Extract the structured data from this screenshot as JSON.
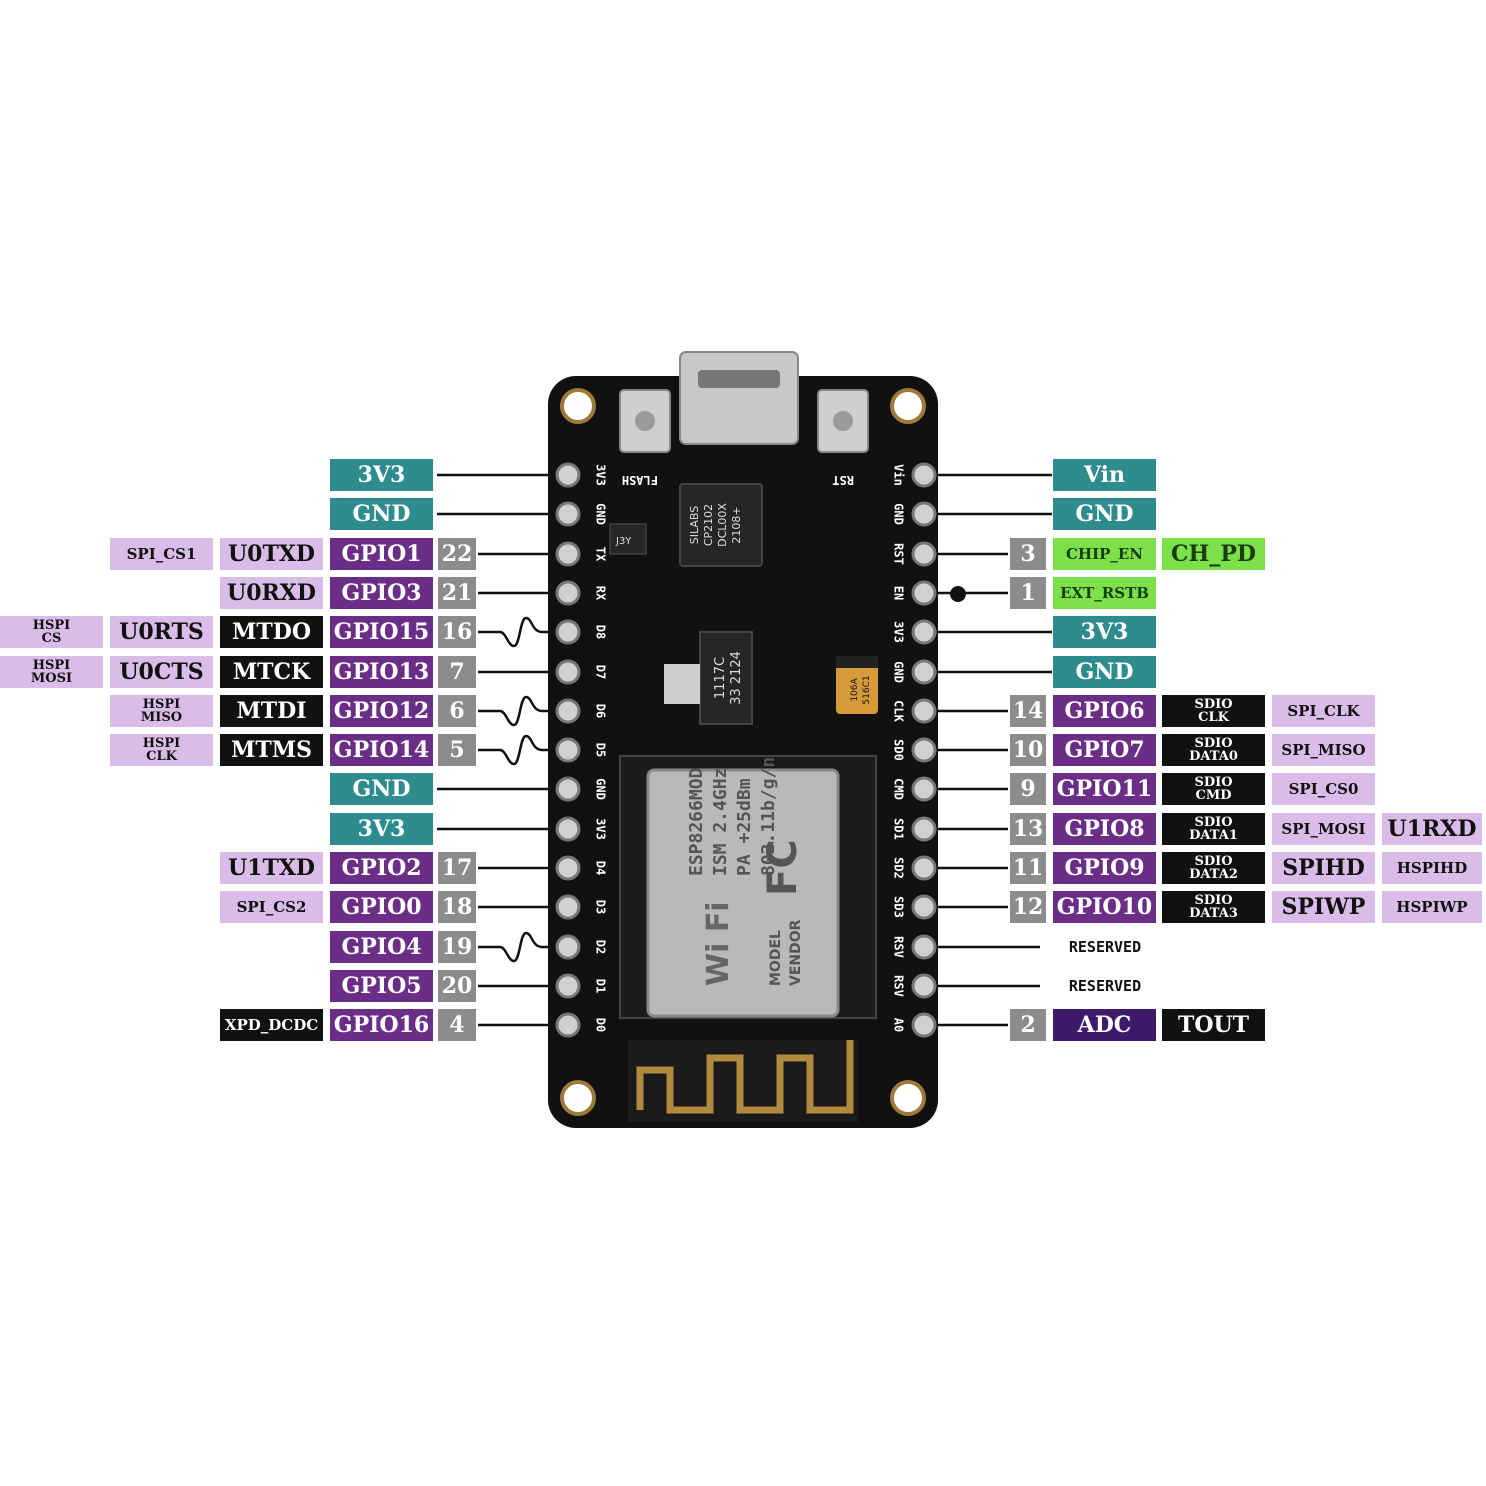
{
  "board": {
    "left_silk": [
      "3V3",
      "GND",
      "TX",
      "RX",
      "D8",
      "D7",
      "D6",
      "D5",
      "GND",
      "3V3",
      "D4",
      "D3",
      "D2",
      "D1",
      "D0"
    ],
    "right_silk": [
      "Vin",
      "GND",
      "RST",
      "EN",
      "3V3",
      "GND",
      "CLK",
      "SD0",
      "CMD",
      "SD1",
      "SD2",
      "SD3",
      "RSV",
      "RSV",
      "A0"
    ],
    "button_left": "FLASH",
    "button_right": "RST",
    "usb_chip": [
      "SILABS",
      "CP2102",
      "DCL00X",
      "2108+"
    ],
    "regulator": [
      "1117C",
      "33 2124"
    ],
    "cap": [
      "106A",
      "516C1"
    ],
    "small_chip": "J3Y",
    "module": {
      "wifi": "Wi Fi",
      "lines": [
        "ESP8266MOD",
        "ISM 2.4GHz",
        "PA +25dBm",
        "802.11b/g/n"
      ],
      "side": [
        "MODEL",
        "VENDOR"
      ],
      "fc": "FC"
    }
  },
  "left_rows": [
    [
      {
        "t": "3V3",
        "c": "teal"
      }
    ],
    [
      {
        "t": "GND",
        "c": "teal"
      }
    ],
    [
      {
        "t": "22",
        "c": "grey"
      },
      {
        "t": "GPIO1",
        "c": "purple"
      },
      {
        "t": "U0TXD",
        "c": "lilac"
      },
      {
        "t": "SPI_CS1",
        "c": "lilac",
        "s": "sm"
      }
    ],
    [
      {
        "t": "21",
        "c": "grey"
      },
      {
        "t": "GPIO3",
        "c": "purple"
      },
      {
        "t": "U0RXD",
        "c": "lilac"
      }
    ],
    [
      {
        "t": "16",
        "c": "grey"
      },
      {
        "t": "GPIO15",
        "c": "purple"
      },
      {
        "t": "MTDO",
        "c": "black"
      },
      {
        "t": "U0RTS",
        "c": "lilac"
      },
      {
        "t": "HSPI|CS",
        "c": "lilac",
        "s": "xs"
      }
    ],
    [
      {
        "t": "7",
        "c": "grey"
      },
      {
        "t": "GPIO13",
        "c": "purple"
      },
      {
        "t": "MTCK",
        "c": "black"
      },
      {
        "t": "U0CTS",
        "c": "lilac"
      },
      {
        "t": "HSPI|MOSI",
        "c": "lilac",
        "s": "xs"
      }
    ],
    [
      {
        "t": "6",
        "c": "grey"
      },
      {
        "t": "GPIO12",
        "c": "purple"
      },
      {
        "t": "MTDI",
        "c": "black"
      },
      {
        "t": "HSPI|MISO",
        "c": "lilac",
        "s": "xs"
      }
    ],
    [
      {
        "t": "5",
        "c": "grey"
      },
      {
        "t": "GPIO14",
        "c": "purple"
      },
      {
        "t": "MTMS",
        "c": "black"
      },
      {
        "t": "HSPI|CLK",
        "c": "lilac",
        "s": "xs"
      }
    ],
    [
      {
        "t": "GND",
        "c": "teal"
      }
    ],
    [
      {
        "t": "3V3",
        "c": "teal"
      }
    ],
    [
      {
        "t": "17",
        "c": "grey"
      },
      {
        "t": "GPIO2",
        "c": "purple"
      },
      {
        "t": "U1TXD",
        "c": "lilac"
      }
    ],
    [
      {
        "t": "18",
        "c": "grey"
      },
      {
        "t": "GPIO0",
        "c": "purple"
      },
      {
        "t": "SPI_CS2",
        "c": "lilac",
        "s": "sm"
      }
    ],
    [
      {
        "t": "19",
        "c": "grey"
      },
      {
        "t": "GPIO4",
        "c": "purple"
      }
    ],
    [
      {
        "t": "20",
        "c": "grey"
      },
      {
        "t": "GPIO5",
        "c": "purple"
      }
    ],
    [
      {
        "t": "4",
        "c": "grey"
      },
      {
        "t": "GPIO16",
        "c": "purple"
      },
      {
        "t": "XPD_DCDC",
        "c": "black",
        "s": "sm"
      }
    ]
  ],
  "right_rows": [
    [
      {
        "t": "Vin",
        "c": "teal"
      }
    ],
    [
      {
        "t": "GND",
        "c": "teal"
      }
    ],
    [
      {
        "t": "3",
        "c": "grey"
      },
      {
        "t": "CHIP_EN",
        "c": "green",
        "s": "sm"
      },
      {
        "t": "CH_PD",
        "c": "green"
      }
    ],
    [
      {
        "t": "1",
        "c": "grey"
      },
      {
        "t": "EXT_RSTB",
        "c": "green",
        "s": "sm"
      }
    ],
    [
      {
        "t": "3V3",
        "c": "teal"
      }
    ],
    [
      {
        "t": "GND",
        "c": "teal"
      }
    ],
    [
      {
        "t": "14",
        "c": "grey"
      },
      {
        "t": "GPIO6",
        "c": "purple"
      },
      {
        "t": "SDIO|CLK",
        "c": "black",
        "s": "xs"
      },
      {
        "t": "SPI_CLK",
        "c": "lilac",
        "s": "sm"
      }
    ],
    [
      {
        "t": "10",
        "c": "grey"
      },
      {
        "t": "GPIO7",
        "c": "purple"
      },
      {
        "t": "SDIO|DATA0",
        "c": "black",
        "s": "xs"
      },
      {
        "t": "SPI_MISO",
        "c": "lilac",
        "s": "sm"
      }
    ],
    [
      {
        "t": "9",
        "c": "grey"
      },
      {
        "t": "GPIO11",
        "c": "purple"
      },
      {
        "t": "SDIO|CMD",
        "c": "black",
        "s": "xs"
      },
      {
        "t": "SPI_CS0",
        "c": "lilac",
        "s": "sm"
      }
    ],
    [
      {
        "t": "13",
        "c": "grey"
      },
      {
        "t": "GPIO8",
        "c": "purple"
      },
      {
        "t": "SDIO|DATA1",
        "c": "black",
        "s": "xs"
      },
      {
        "t": "SPI_MOSI",
        "c": "lilac",
        "s": "sm"
      },
      {
        "t": "U1RXD",
        "c": "lilac"
      }
    ],
    [
      {
        "t": "11",
        "c": "grey"
      },
      {
        "t": "GPIO9",
        "c": "purple"
      },
      {
        "t": "SDIO|DATA2",
        "c": "black",
        "s": "xs"
      },
      {
        "t": "SPIHD",
        "c": "lilac"
      },
      {
        "t": "HSPIHD",
        "c": "lilac",
        "s": "sm"
      }
    ],
    [
      {
        "t": "12",
        "c": "grey"
      },
      {
        "t": "GPIO10",
        "c": "purple"
      },
      {
        "t": "SDIO|DATA3",
        "c": "black",
        "s": "xs"
      },
      {
        "t": "SPIWP",
        "c": "lilac"
      },
      {
        "t": "HSPIWP",
        "c": "lilac",
        "s": "sm"
      }
    ],
    [
      {
        "t": "RESERVED",
        "c": "plain"
      }
    ],
    [
      {
        "t": "RESERVED",
        "c": "plain"
      }
    ],
    [
      {
        "t": "2",
        "c": "grey"
      },
      {
        "t": "ADC",
        "c": "dpurple"
      },
      {
        "t": "TOUT",
        "c": "black"
      }
    ]
  ],
  "pwm_pins_left": [
    4,
    6,
    7,
    12
  ]
}
